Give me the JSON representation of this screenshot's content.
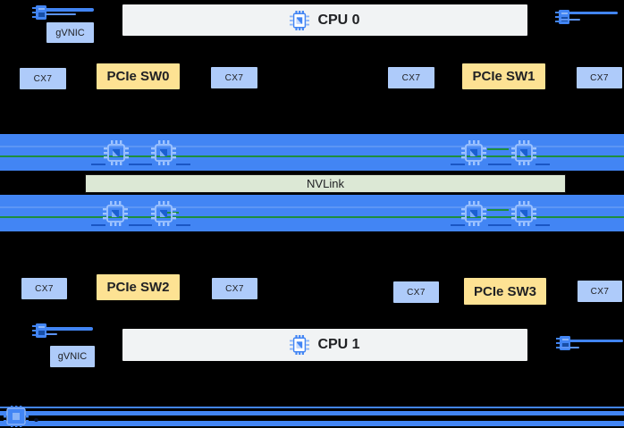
{
  "colors": {
    "background": "#000000",
    "nic_box": "#aecbfa",
    "pcie_switch_box": "#fde293",
    "cpu_box": "#f1f3f4",
    "gpu_bar": "#4285f4",
    "nvlink_bar_bg": "#dce8d5",
    "link_green": "#1e8e3e",
    "link_blue": "#1a73e8",
    "text": "#202124"
  },
  "top_section": {
    "gvnic_label": "gVNIC",
    "cpu_label": "CPU 0",
    "switch_left_label": "PCIe SW0",
    "switch_right_label": "PCIe SW1",
    "nic_labels": [
      "CX7",
      "CX7",
      "CX7",
      "CX7"
    ]
  },
  "middle_section": {
    "nvlink_label": "NVLink",
    "gpu_rows": [
      {
        "name": "gpu-row-top",
        "gpu_icon_count": 4
      },
      {
        "name": "gpu-row-bottom",
        "gpu_icon_count": 4
      }
    ]
  },
  "bottom_section": {
    "gvnic_label": "gVNIC",
    "cpu_label": "CPU 1",
    "switch_left_label": "PCIe SW2",
    "switch_right_label": "PCIe SW3",
    "nic_labels": [
      "CX7",
      "CX7",
      "CX7",
      "CX7"
    ]
  },
  "icons": {
    "cpu_icon": "cpu-chip-icon",
    "gpu_icon": "gpu-chip-icon",
    "nic_port_icon": "nic-port-icon",
    "network_chip_icon": "network-chip-icon"
  }
}
